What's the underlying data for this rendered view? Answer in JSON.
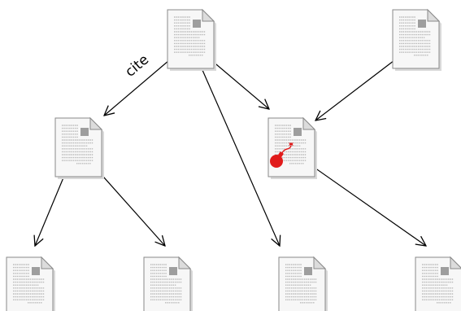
{
  "edge_label": "cite",
  "colors": {
    "paper": "#f7f7f7",
    "fold": "#dcdcdc",
    "outline": "#8a8a8a",
    "text_lines": "#b8b8b8",
    "figure": "#9e9e9e",
    "arrow": "#000000",
    "bomb": "#e11b1b"
  },
  "icons": {
    "document": "document-icon",
    "bomb": "bomb-icon"
  },
  "nodes": [
    {
      "id": "top-center"
    },
    {
      "id": "top-right"
    },
    {
      "id": "mid-left"
    },
    {
      "id": "mid-right-bomb",
      "bomb": true
    },
    {
      "id": "bottom-1"
    },
    {
      "id": "bottom-2"
    },
    {
      "id": "bottom-3"
    },
    {
      "id": "bottom-4"
    }
  ],
  "edges": [
    {
      "from": "top-center",
      "to": "mid-left",
      "labeled": true
    },
    {
      "from": "top-center",
      "to": "mid-right-bomb"
    },
    {
      "from": "top-center",
      "to": "bottom-3"
    },
    {
      "from": "top-right",
      "to": "mid-right-bomb"
    },
    {
      "from": "mid-left",
      "to": "bottom-1"
    },
    {
      "from": "mid-left",
      "to": "bottom-2"
    },
    {
      "from": "mid-right-bomb",
      "to": "bottom-4"
    }
  ]
}
